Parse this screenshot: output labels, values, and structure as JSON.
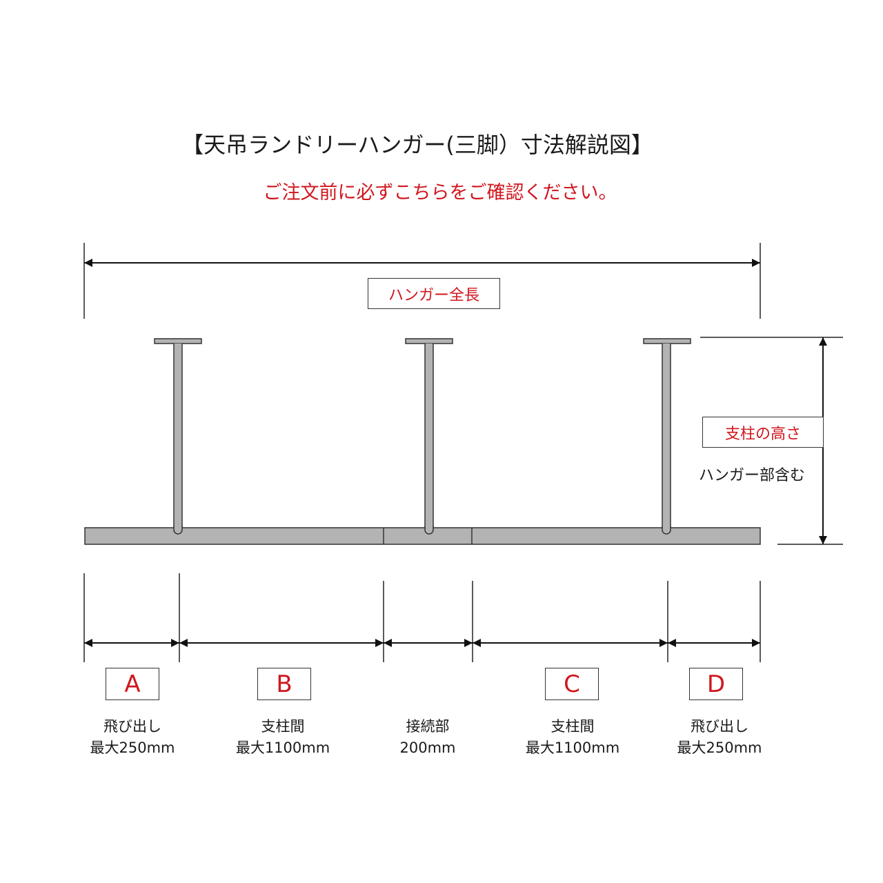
{
  "title": "【天吊ランドリーハンガー(三脚）寸法解説図】",
  "notice": "ご注文前に必ずこちらをご確認ください。",
  "labels": {
    "total_length": "ハンガー全長",
    "post_height": "支柱の高さ",
    "post_height_note": "ハンガー部含む"
  },
  "segments": {
    "a": {
      "letter": "A",
      "name": "飛び出し",
      "value": "最大250mm"
    },
    "b": {
      "letter": "B",
      "name": "支柱間",
      "value": "最大1100mm"
    },
    "joint": {
      "name": "接続部",
      "value": "200mm"
    },
    "c": {
      "letter": "C",
      "name": "支柱間",
      "value": "最大1100mm"
    },
    "d": {
      "letter": "D",
      "name": "飛び出し",
      "value": "最大250mm"
    }
  },
  "colors": {
    "accent": "#d0161e",
    "text": "#1a1a1a",
    "metal_fill": "#b3b3b3",
    "outline": "#333333"
  }
}
